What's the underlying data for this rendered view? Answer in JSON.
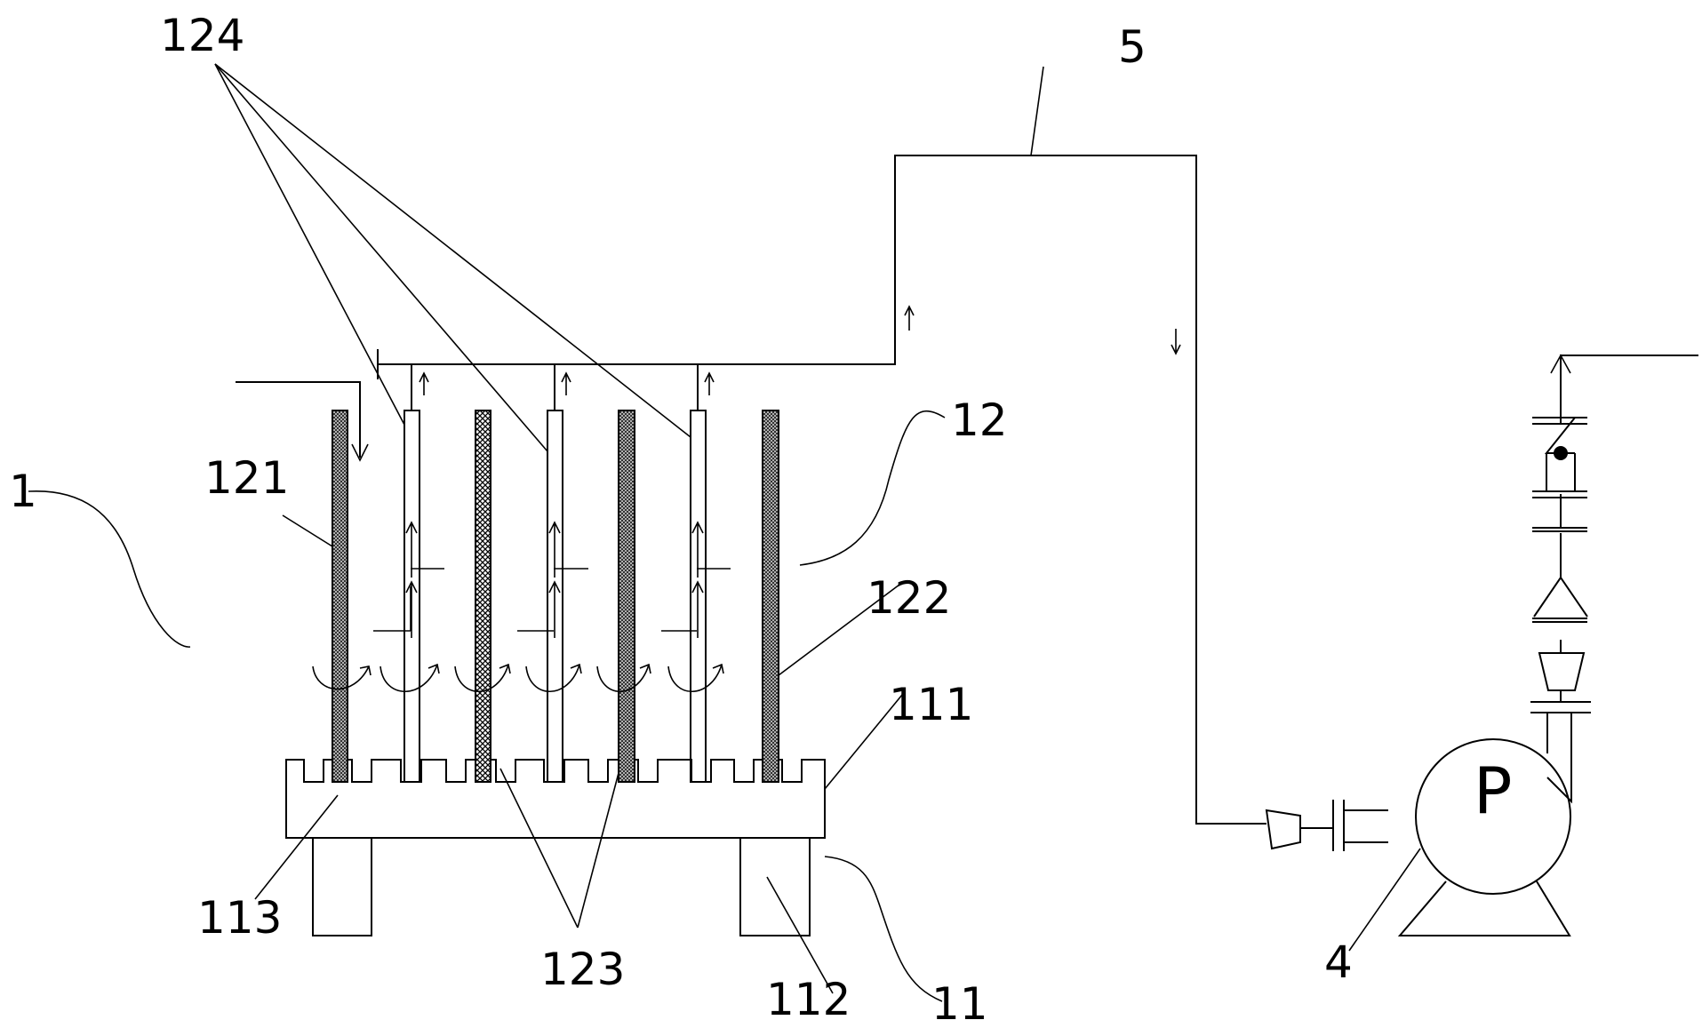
{
  "labels": {
    "l124": "124",
    "l5": "5",
    "l12": "12",
    "l1": "1",
    "l121": "121",
    "l122": "122",
    "l111": "111",
    "l113": "113",
    "l123": "123",
    "l112": "112",
    "l11": "11",
    "l4": "4",
    "pump": "P"
  },
  "colors": {
    "line": "#000000",
    "background": "#ffffff"
  }
}
